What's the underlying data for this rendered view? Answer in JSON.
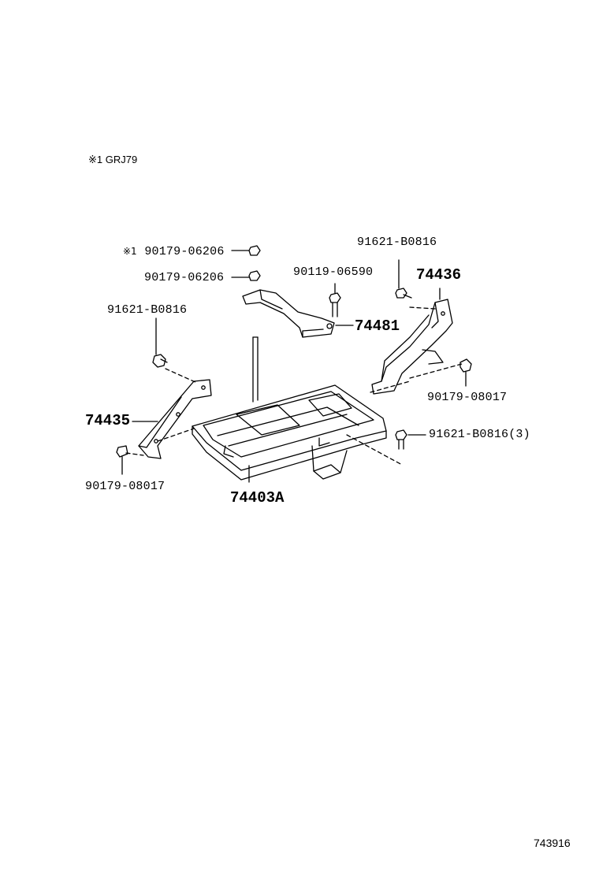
{
  "note": "※1 GRJ79",
  "diagram_code": "743916",
  "labels": {
    "nut_top_1": {
      "mark": "※1",
      "code": "90179-06206"
    },
    "nut_top_2": "90179-06206",
    "bolt_center": "90119-06590",
    "bolt_upper_right": "91621-B0816",
    "bracket_right": "74436",
    "stay": "74481",
    "bolt_left": "91621-B0816",
    "nut_right": "90179-08017",
    "bracket_left": "74435",
    "bolt_right_lower": "91621-B0816(3)",
    "nut_left_lower": "90179-08017",
    "battery_tray": "74403A"
  },
  "colors": {
    "line": "#000000",
    "background": "#ffffff"
  }
}
